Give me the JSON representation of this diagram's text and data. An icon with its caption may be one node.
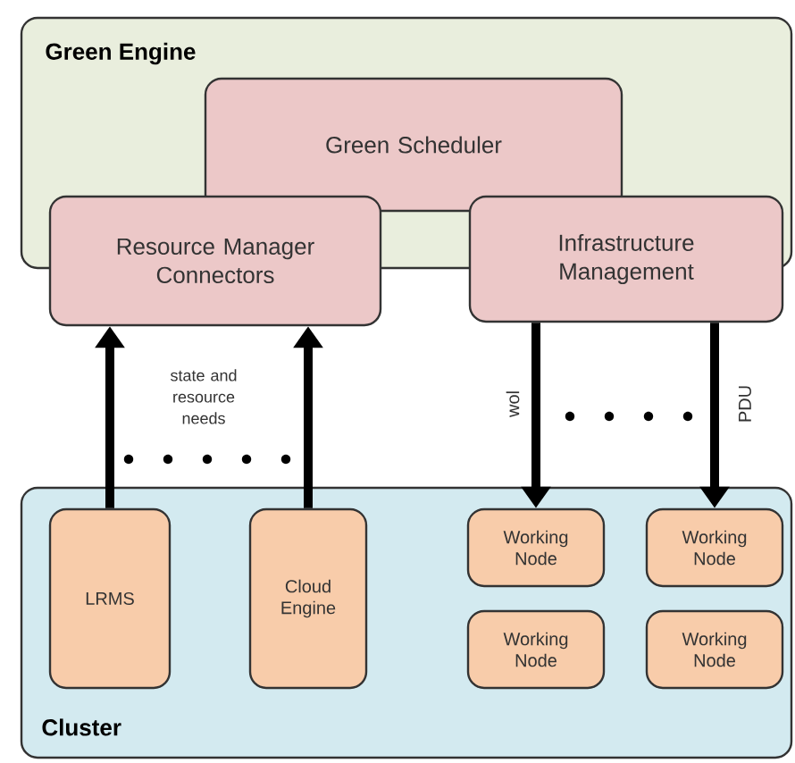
{
  "diagram": {
    "nodes": [
      {
        "text": [
          "Green Engine"
        ]
      },
      {
        "text": [
          "Green Scheduler"
        ],
        "in": 0
      },
      {
        "text": [
          "Resource Manager Connectors"
        ]
      },
      {
        "text": [
          "Infrastructure Management"
        ]
      },
      {
        "text": [
          "Cluster"
        ]
      },
      {
        "text": [
          "LRMS"
        ],
        "in": 4
      },
      {
        "text": [
          "Cloud Engine"
        ],
        "in": 4
      },
      {
        "text": [
          "Working Node"
        ],
        "in": 4
      },
      {
        "text": [
          "Working Node"
        ],
        "in": 4
      },
      {
        "text": [
          "Working Node"
        ],
        "in": 4
      },
      {
        "text": [
          "Working Node"
        ],
        "in": 4
      }
    ],
    "edges": [
      {
        "from": 5,
        "to": 2,
        "arrow": "to"
      },
      {
        "from": 6,
        "to": 2,
        "arrow": "to"
      },
      {
        "from": 3,
        "to": 7,
        "arrow": "to",
        "label": "wol"
      },
      {
        "from": 3,
        "to": 8,
        "arrow": "to",
        "label": "PDU"
      }
    ],
    "labels": [
      "state and resource needs"
    ]
  }
}
